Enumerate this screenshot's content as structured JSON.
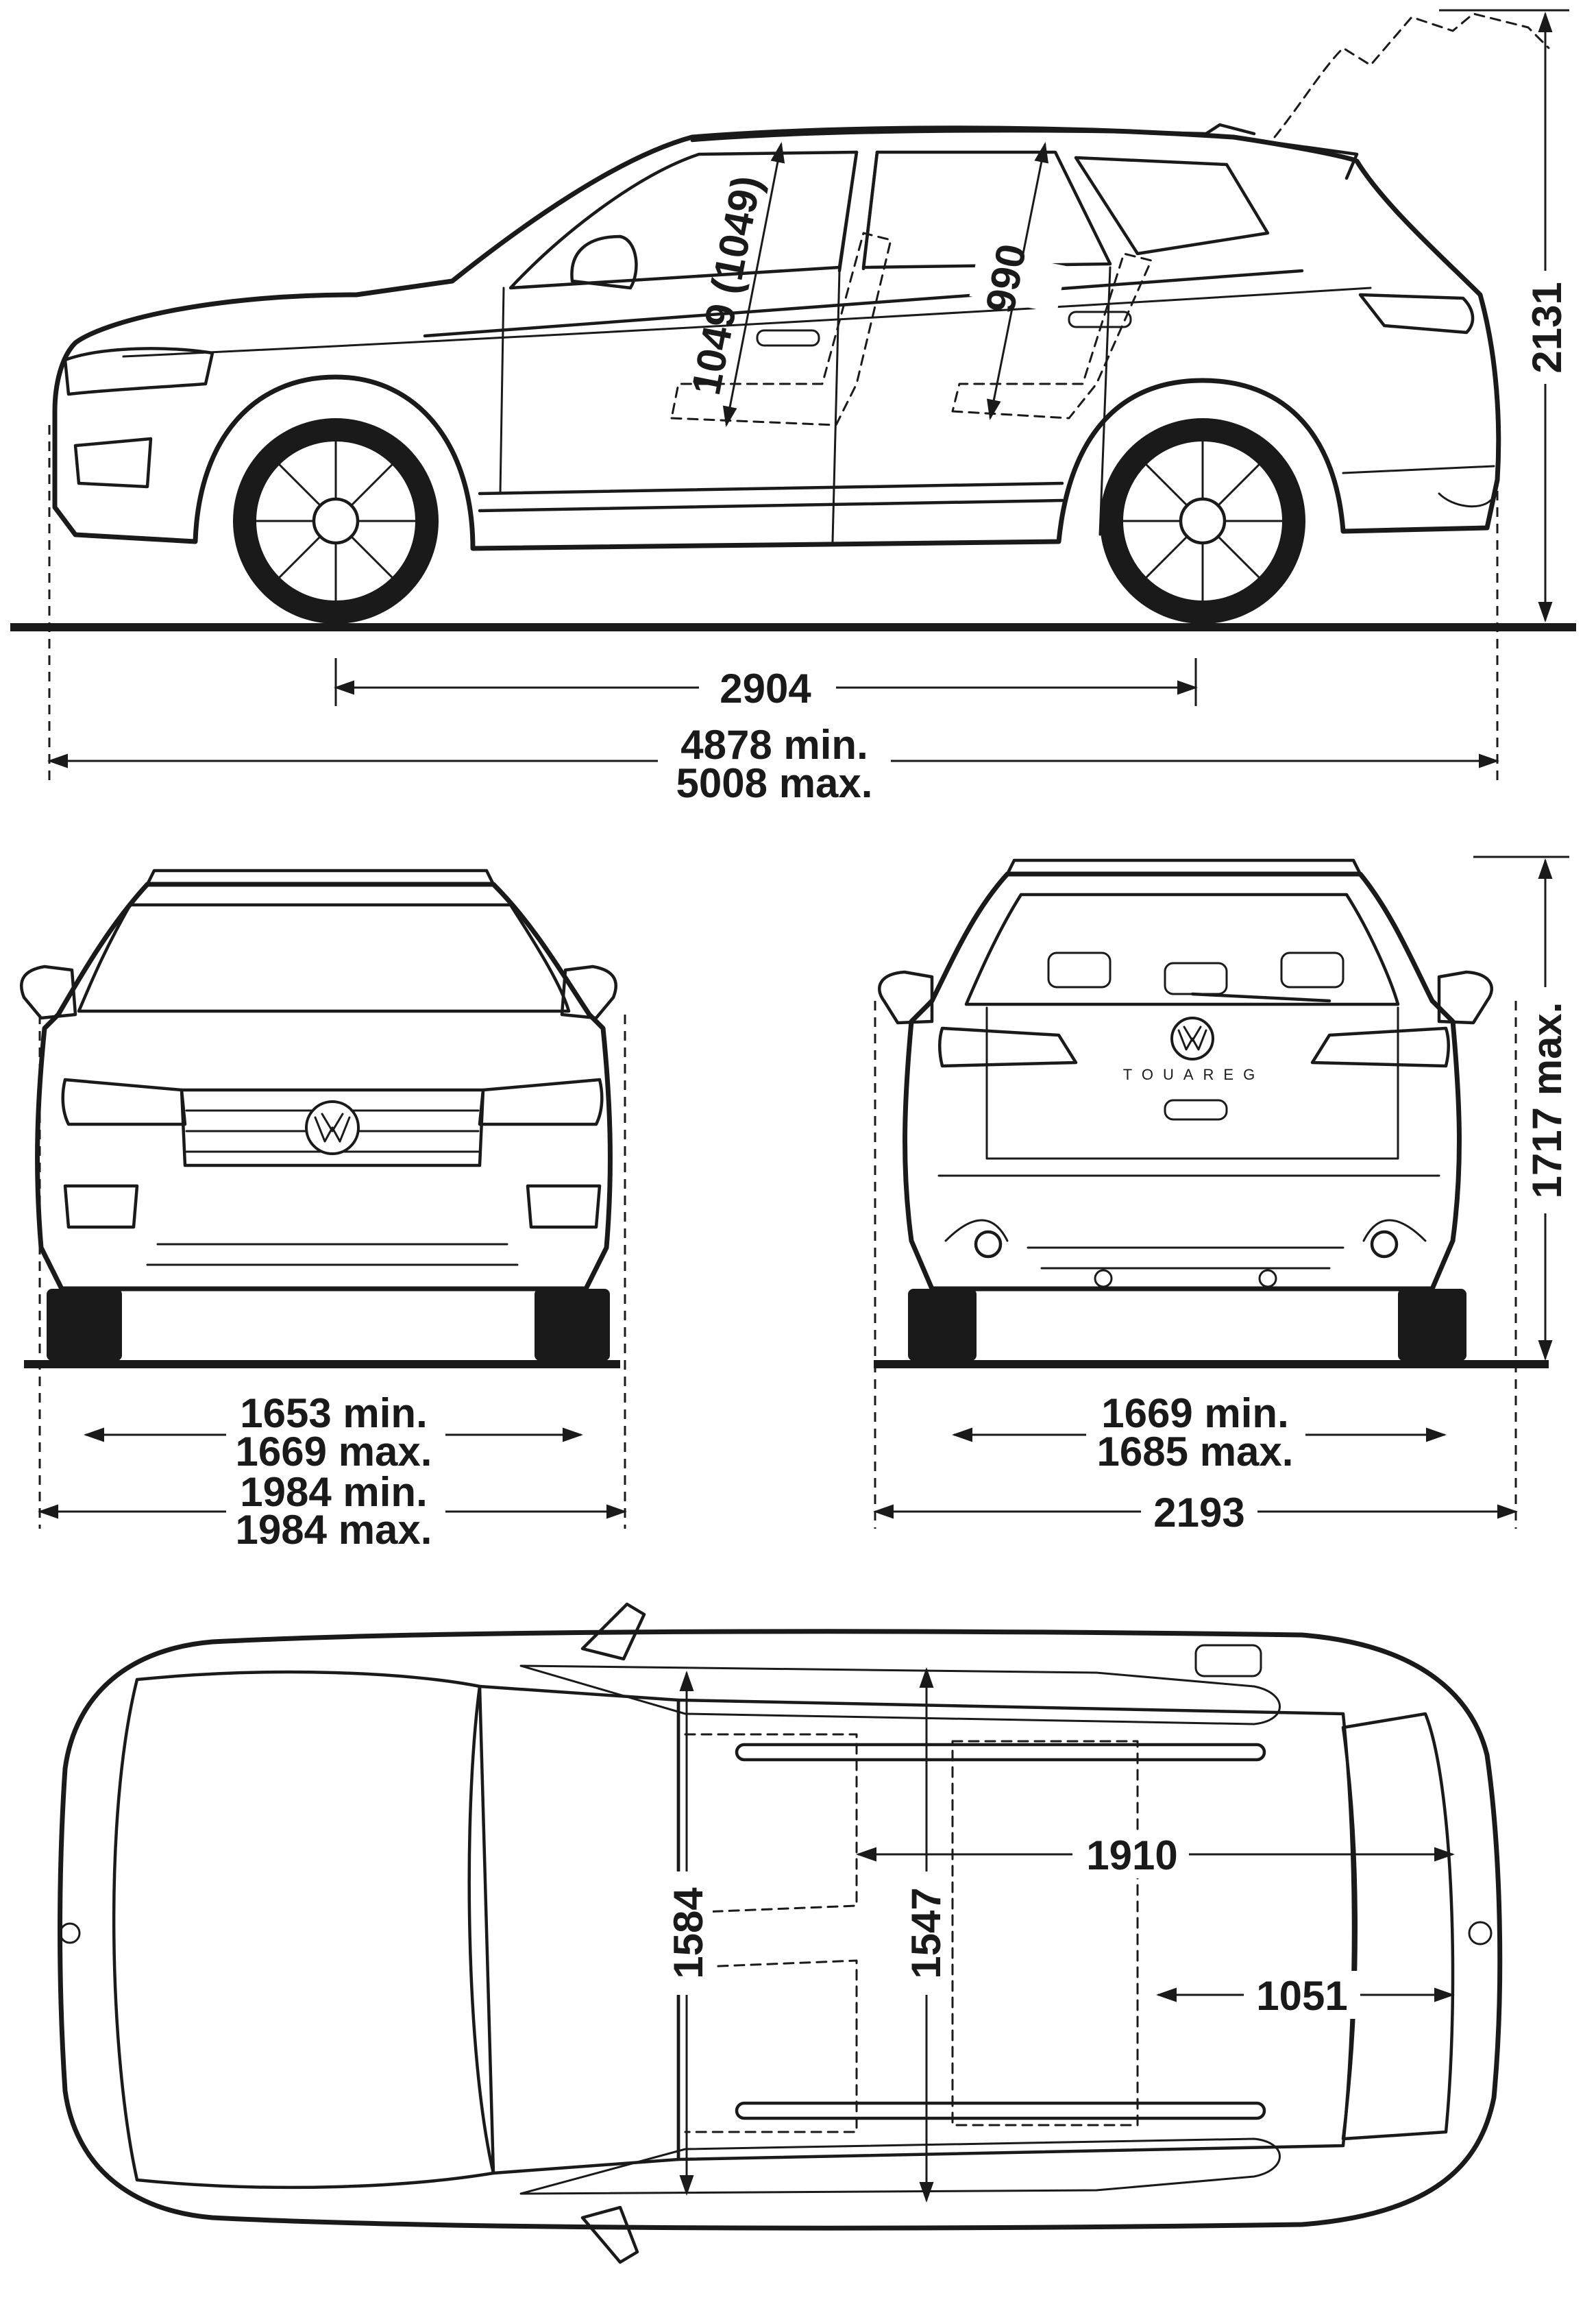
{
  "side_view": {
    "wheelbase": "2904",
    "length_min": "4878 min.",
    "length_max": "5008 max.",
    "height": "2131",
    "front_headroom": "1049 (1049)",
    "rear_headroom": "990"
  },
  "front_view": {
    "front_track_min": "1653 min.",
    "front_track_max": "1669 max.",
    "width_min": "1984 min.",
    "width_max": "1984 max."
  },
  "rear_view": {
    "rear_track_min": "1669 min.",
    "rear_track_max": "1685 max.",
    "width_mirrors": "2193",
    "height_max": "1717 max.",
    "badge_text": "TOUAREG"
  },
  "top_view": {
    "front_elbow_width": "1584",
    "rear_elbow_width": "1547",
    "cargo_length": "1910",
    "cargo_length_seats_up": "1051"
  }
}
